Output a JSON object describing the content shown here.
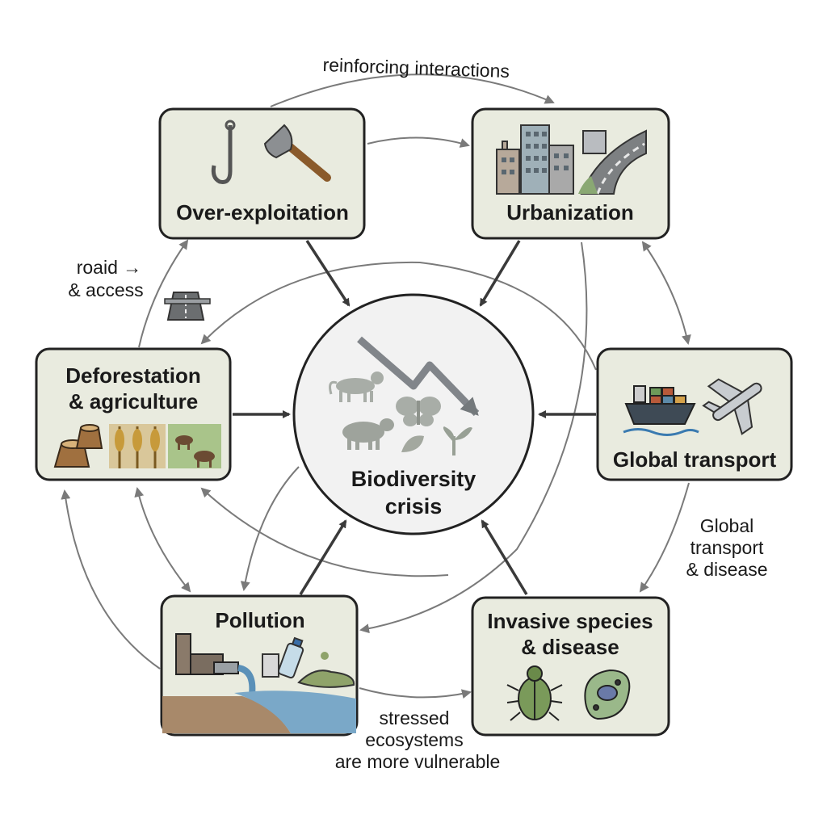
{
  "center": {
    "title_line1": "Biodiversity",
    "title_line2": "crisis"
  },
  "nodes": {
    "overexploitation": {
      "title": "Over-exploitation",
      "icons": [
        "fishing-hook-icon",
        "axe-icon"
      ]
    },
    "urbanization": {
      "title": "Urbanization",
      "icons": [
        "city-buildings-icon",
        "highway-icon"
      ]
    },
    "deforestation": {
      "title_line1": "Deforestation",
      "title_line2": "& agriculture",
      "icons": [
        "tree-stump-icon",
        "wheat-crop-icon",
        "cattle-icon"
      ]
    },
    "transport": {
      "title": "Global transport",
      "icons": [
        "cargo-ship-icon",
        "airplane-icon"
      ]
    },
    "pollution": {
      "title": "Pollution",
      "icons": [
        "factory-icon",
        "discharge-pipe-icon",
        "plastic-bottle-icon",
        "polluted-water-icon"
      ]
    },
    "invasive": {
      "title_line1": "Invasive species",
      "title_line2": "& disease",
      "icons": [
        "beetle-icon",
        "microbe-icon"
      ]
    }
  },
  "notes": {
    "top": "reinforcing interactions",
    "road_line1": "roaid →",
    "road_line2": "& access",
    "transport_line1": "Global",
    "transport_line2": "transport",
    "transport_line3": "& disease",
    "bottom_line1": "stressed",
    "bottom_line2": "ecosystems",
    "bottom_line3": "are more vulnerable"
  },
  "colors": {
    "box_fill": "#e9ebdf",
    "box_stroke": "#222222",
    "center_fill": "#f2f2f2",
    "arrow_main": "#3a3a3a",
    "arrow_loop": "#7a7a7a",
    "decline_arrow": "#6e7378"
  }
}
